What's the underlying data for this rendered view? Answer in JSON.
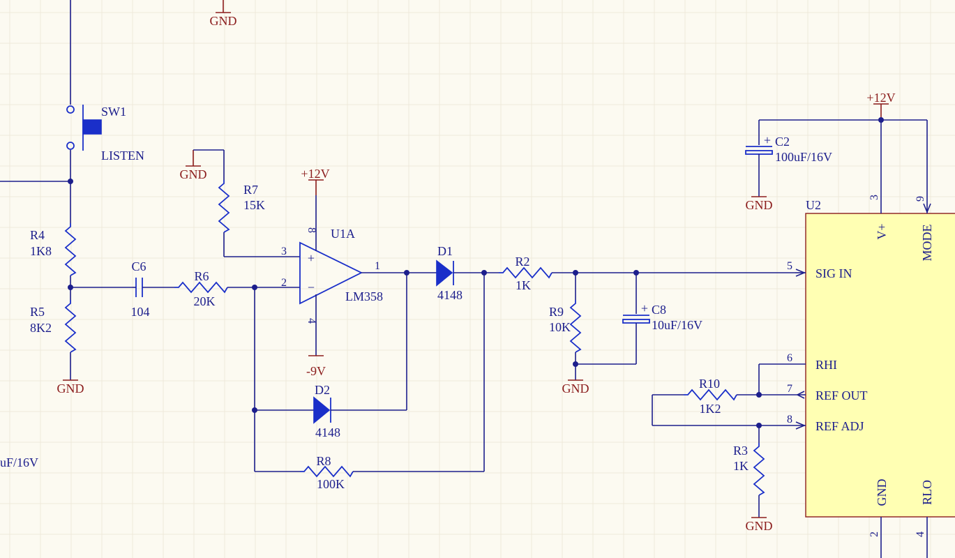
{
  "power": {
    "gnd": "GND",
    "vplus": "+12V",
    "vminus": "-9V"
  },
  "sw1": {
    "ref": "SW1",
    "name": "LISTEN"
  },
  "r4": {
    "ref": "R4",
    "value": "1K8"
  },
  "r5": {
    "ref": "R5",
    "value": "8K2"
  },
  "c6": {
    "ref": "C6",
    "value": "104"
  },
  "r6": {
    "ref": "R6",
    "value": "20K"
  },
  "r7": {
    "ref": "R7",
    "value": "15K"
  },
  "u1a": {
    "ref": "U1A",
    "part": "LM358",
    "pins": {
      "p3": "3",
      "p2": "2",
      "p1": "1",
      "p8": "8",
      "p4": "4"
    },
    "plus": "+",
    "minus": "−"
  },
  "d1": {
    "ref": "D1",
    "value": "4148"
  },
  "d2": {
    "ref": "D2",
    "value": "4148"
  },
  "r8": {
    "ref": "R8",
    "value": "100K"
  },
  "r2": {
    "ref": "R2",
    "value": "1K"
  },
  "r9": {
    "ref": "R9",
    "value": "10K"
  },
  "c8": {
    "ref": "C8",
    "value": "10uF/16V",
    "polarity": "+"
  },
  "c2": {
    "ref": "C2",
    "value": "100uF/16V",
    "polarity": "+"
  },
  "r10": {
    "ref": "R10",
    "value": "1K2"
  },
  "r3": {
    "ref": "R3",
    "value": "1K"
  },
  "u2": {
    "ref": "U2",
    "pins": {
      "vplus": {
        "num": "3",
        "name": "V+"
      },
      "mode": {
        "num": "9",
        "name": "MODE"
      },
      "sigin": {
        "num": "5",
        "name": "SIG IN"
      },
      "rhi": {
        "num": "6",
        "name": "RHI"
      },
      "refout": {
        "num": "7",
        "name": "REF OUT"
      },
      "refadj": {
        "num": "8",
        "name": "REF ADJ"
      },
      "gnd": {
        "num": "2",
        "name": "GND"
      },
      "rlo": {
        "num": "4",
        "name": "RLO"
      }
    }
  },
  "offsheet": {
    "partial_label": "uF/16V"
  }
}
